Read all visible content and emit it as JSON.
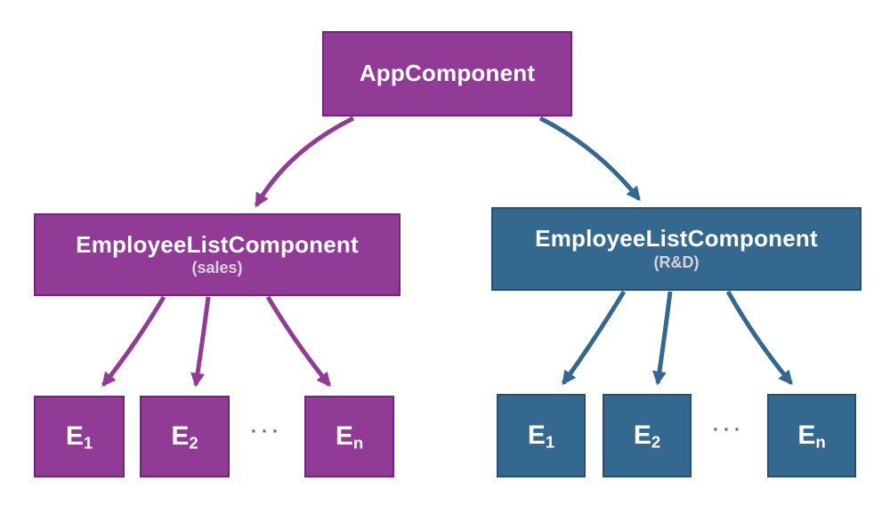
{
  "colors": {
    "purple": "#913b96",
    "purple-dark": "#702676",
    "blue": "#34688f",
    "blue-dark": "#25506f",
    "text": "#ffffff",
    "subtitle": "#d9d2dc",
    "ellipsis": "#4f6d92",
    "background": "#ffffff"
  },
  "root": {
    "label": "AppComponent"
  },
  "branches": {
    "sales": {
      "title": "EmployeeListComponent",
      "subtitle": "(sales)",
      "ellipsis": "···",
      "leaves": [
        {
          "base": "E",
          "sub": "1"
        },
        {
          "base": "E",
          "sub": "2"
        },
        {
          "base": "E",
          "sub": "n"
        }
      ]
    },
    "rd": {
      "title": "EmployeeListComponent",
      "subtitle": "(R&D)",
      "ellipsis": "···",
      "leaves": [
        {
          "base": "E",
          "sub": "1"
        },
        {
          "base": "E",
          "sub": "2"
        },
        {
          "base": "E",
          "sub": "n"
        }
      ]
    }
  }
}
